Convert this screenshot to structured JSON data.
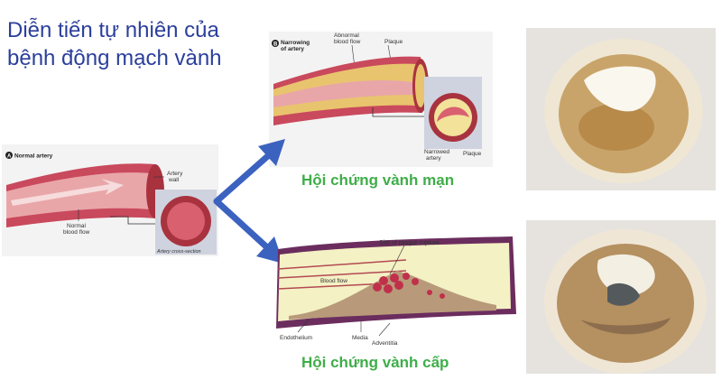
{
  "title": {
    "line1": "Diễn tiến tự nhiên của",
    "line2": "bệnh động mạch vành"
  },
  "captions": {
    "unstable": "Hội chứng vành mạn",
    "acute": "Hội chứng vành cấp"
  },
  "figure_normal": {
    "badge": "A",
    "heading": "Normal artery",
    "artery_wall": "Artery\nwall",
    "artery_wall_1": "Artery",
    "artery_wall_2": "wall",
    "normal_flow_1": "Normal",
    "normal_flow_2": "blood flow",
    "cross_section": "Artery cross-section"
  },
  "figure_narrowed": {
    "badge": "B",
    "heading_1": "Narrowing",
    "heading_2": "of artery",
    "abnormal_1": "Abnormal",
    "abnormal_2": "blood flow",
    "plaque_top": "Plaque",
    "narrowed_1": "Narrowed",
    "narrowed_2": "artery",
    "plaque_bottom": "Plaque"
  },
  "figure_rupture": {
    "site": "Site of plaque rupture",
    "blood_flow": "Blood flow",
    "endothelium": "Endothelium",
    "media": "Media",
    "adventitia": "Adventitia"
  },
  "colors": {
    "title": "#2b3f9b",
    "caption": "#3fae49",
    "arrow": "#3c62c0"
  }
}
